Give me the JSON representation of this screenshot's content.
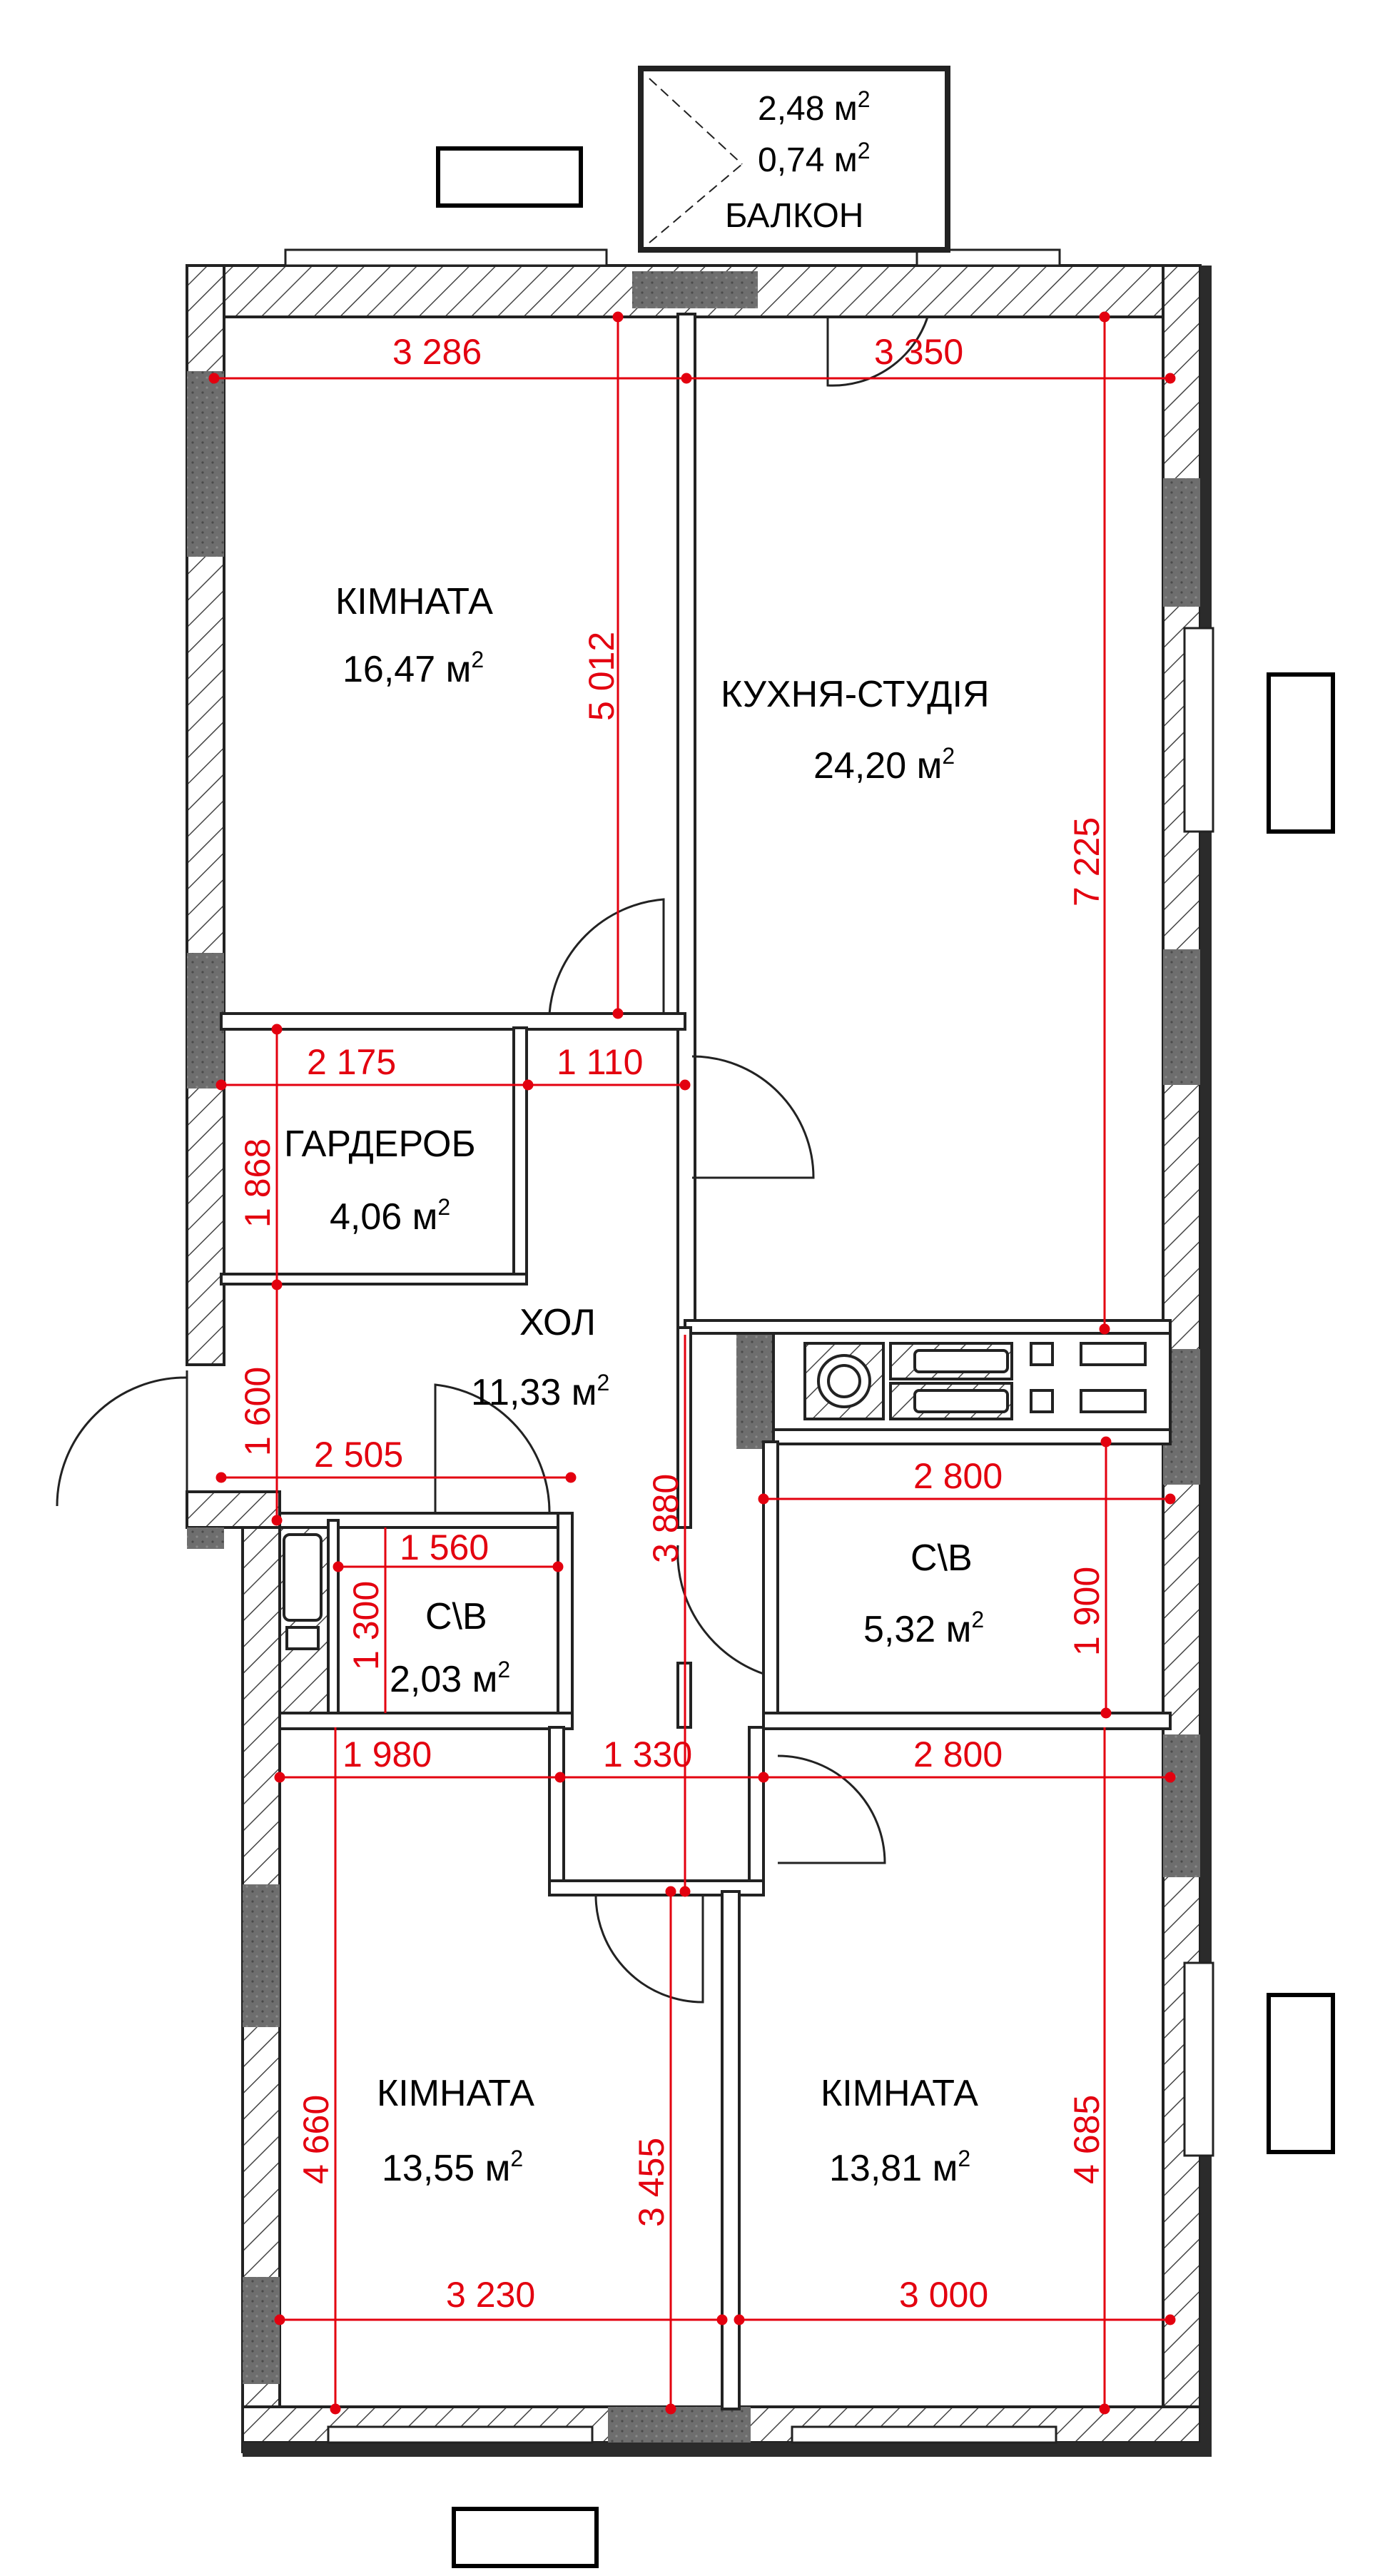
{
  "rooms": [
    {
      "id": "room1",
      "name": "КІМНАТА",
      "area": "16,47 м",
      "sup": "2"
    },
    {
      "id": "kitchen",
      "name": "КУХНЯ-СТУДІЯ",
      "area": "24,20 м",
      "sup": "2"
    },
    {
      "id": "wardrobe",
      "name": "ГАРДЕРОБ",
      "area": "4,06 м",
      "sup": "2"
    },
    {
      "id": "hall",
      "name": "ХОЛ",
      "area": "11,33 м",
      "sup": "2"
    },
    {
      "id": "bath_small",
      "name": "С\\В",
      "area": "2,03 м",
      "sup": "2"
    },
    {
      "id": "bath_big",
      "name": "С\\В",
      "area": "5,32 м",
      "sup": "2"
    },
    {
      "id": "room2",
      "name": "КІМНАТА",
      "area": "13,55 м",
      "sup": "2"
    },
    {
      "id": "room3",
      "name": "КІМНАТА",
      "area": "13,81 м",
      "sup": "2"
    }
  ],
  "balcony": {
    "area1": "2,48 м",
    "area2": "0,74 м",
    "sup": "2",
    "label": "БАЛКОН"
  },
  "dimensions": {
    "d3286": "3 286",
    "d3350": "3 350",
    "d5012": "5 012",
    "d7225": "7 225",
    "d2175": "2 175",
    "d1110": "1 110",
    "d1868": "1 868",
    "d1600": "1 600",
    "d2505": "2 505",
    "d3880": "3 880",
    "d2800a": "2 800",
    "d1900": "1 900",
    "d1560": "1 560",
    "d1300": "1 300",
    "d1980": "1 980",
    "d1330": "1 330",
    "d2800b": "2 800",
    "d4660": "4 660",
    "d3455": "3 455",
    "d4685": "4 685",
    "d3230": "3 230",
    "d3000": "3 000"
  },
  "colors": {
    "wall": "#2b2b2b",
    "hatch": "#555555",
    "dimension": "#e3000f",
    "shade": "#707070"
  }
}
